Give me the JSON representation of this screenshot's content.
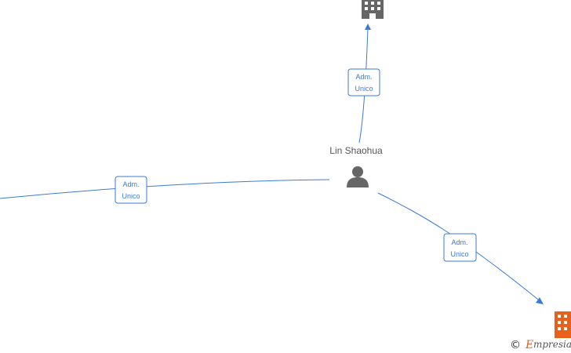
{
  "person": {
    "name": "Lin Shaohua"
  },
  "edges": [
    {
      "id": "to-top-company",
      "role_line1": "Adm.",
      "role_line2": "Unico"
    },
    {
      "id": "to-left",
      "role_line1": "Adm.",
      "role_line2": "Unico"
    },
    {
      "id": "to-bottom-right-company",
      "role_line1": "Adm.",
      "role_line2": "Unico"
    }
  ],
  "watermark": {
    "copyright_symbol": "©",
    "brand_initial": "E",
    "brand_rest": "mpresia"
  },
  "colors": {
    "edge": "#3a7bd5",
    "company_gray": "#666666",
    "company_highlight": "#e8611a",
    "person_icon": "#666666"
  }
}
